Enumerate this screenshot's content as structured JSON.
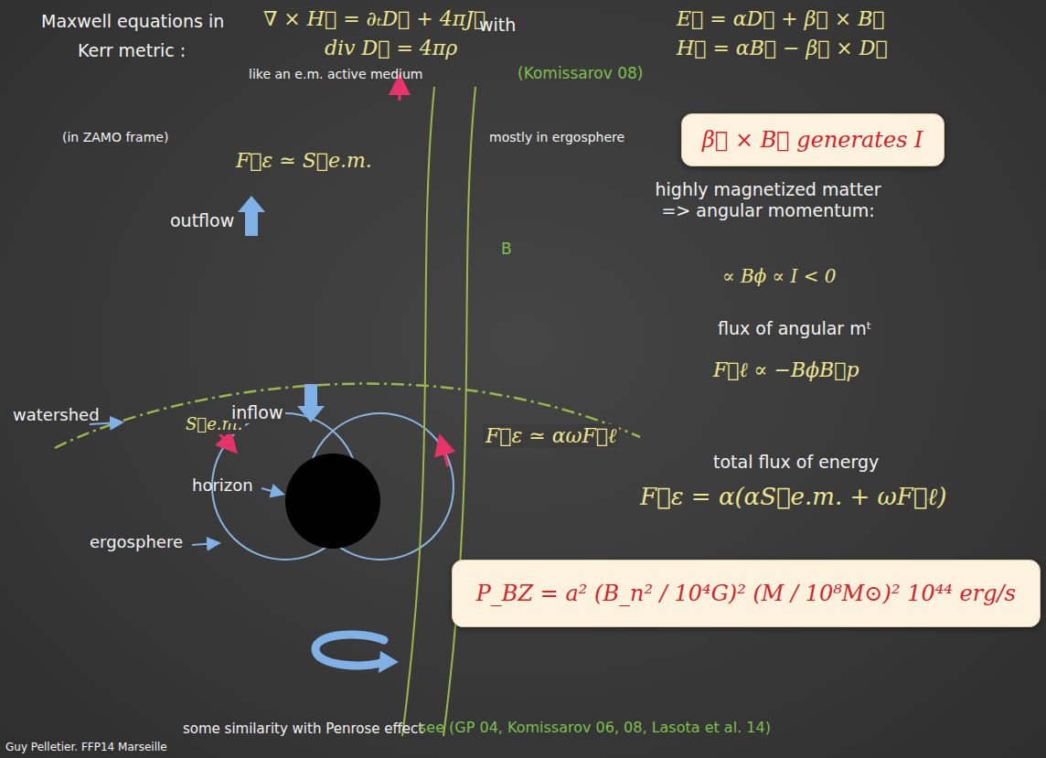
{
  "diagram": {
    "nodes": [
      {
        "text": [
          "β⃗ × B⃗ generates I"
        ]
      },
      {
        "text": [
          "P_BZ = a² (B_n² / 10⁴G)² (M / 10⁸M⊙)² 10⁴⁴ erg/s"
        ]
      }
    ],
    "labels": [
      "Maxwell equations in",
      "Kerr metric :",
      "∇ × H⃗ = ∂ₜD⃗ + 4πJ⃗",
      "div D⃗ = 4πρ",
      "with",
      "E⃗ = αD⃗ + β⃗ × B⃗",
      "H⃗ = αB⃗ − β⃗ × D⃗",
      "like an e.m. active medium",
      "(Komissarov 08)",
      "(in ZAMO frame)",
      "mostly in ergosphere",
      "F⃗ε ≃ S⃗e.m.",
      "outflow",
      "B",
      "highly magnetized matter => angular momentum:",
      "∝ Bϕ ∝ I < 0",
      "flux of angular mᵗ",
      "F⃗ℓ ∝ −BϕB⃗p",
      "watershed",
      "S⃗e.m.",
      "inflow",
      "F⃗ε ≃ αωF⃗ℓ",
      "horizon",
      "ergosphere",
      "total flux of energy",
      "F⃗ε = α(αS⃗e.m. + ωF⃗ℓ)",
      "some similarity with Penrose effect",
      "see (GP 04, Komissarov 06, 08, Lasota et al. 14)",
      "Guy Pelletier. FFP14 Marseille"
    ]
  }
}
